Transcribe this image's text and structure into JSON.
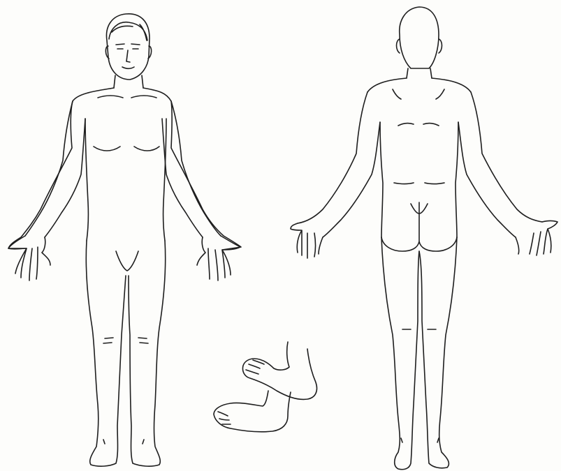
{
  "figure": {
    "background": "#fdfdfb",
    "line_color": "#1e1e1e",
    "views": [
      "front",
      "back",
      "feet"
    ]
  }
}
